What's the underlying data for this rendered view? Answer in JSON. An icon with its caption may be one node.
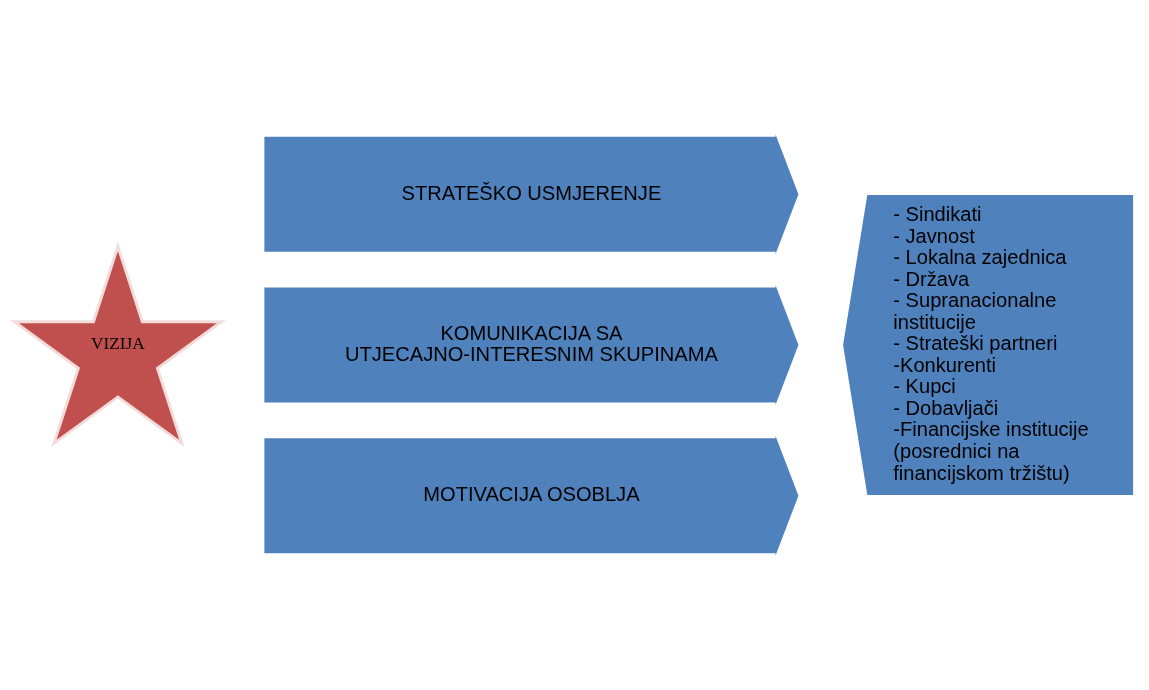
{
  "diagram": {
    "nodes": [
      {
        "text": [
          "VIZIJA"
        ]
      },
      {
        "text": [
          "STRATEŠKO USMJERENJE"
        ]
      },
      {
        "text": [
          "KOMUNIKACIJA SA UTJECAJNO-INTERESNIM SKUPINAMA"
        ]
      },
      {
        "text": [
          "MOTIVACIJA OSOBLJA"
        ]
      },
      {
        "text": [
          "- Sindikati",
          "- Javnost",
          "- Lokalna zajednica",
          "- Država",
          "- Supranacionalne institucije",
          "- Strateški partneri",
          "-Konkurenti",
          "- Kupci",
          "- Dobavljači",
          "-Financijske institucije (posrednici na financijskom tržištu)"
        ]
      }
    ]
  }
}
